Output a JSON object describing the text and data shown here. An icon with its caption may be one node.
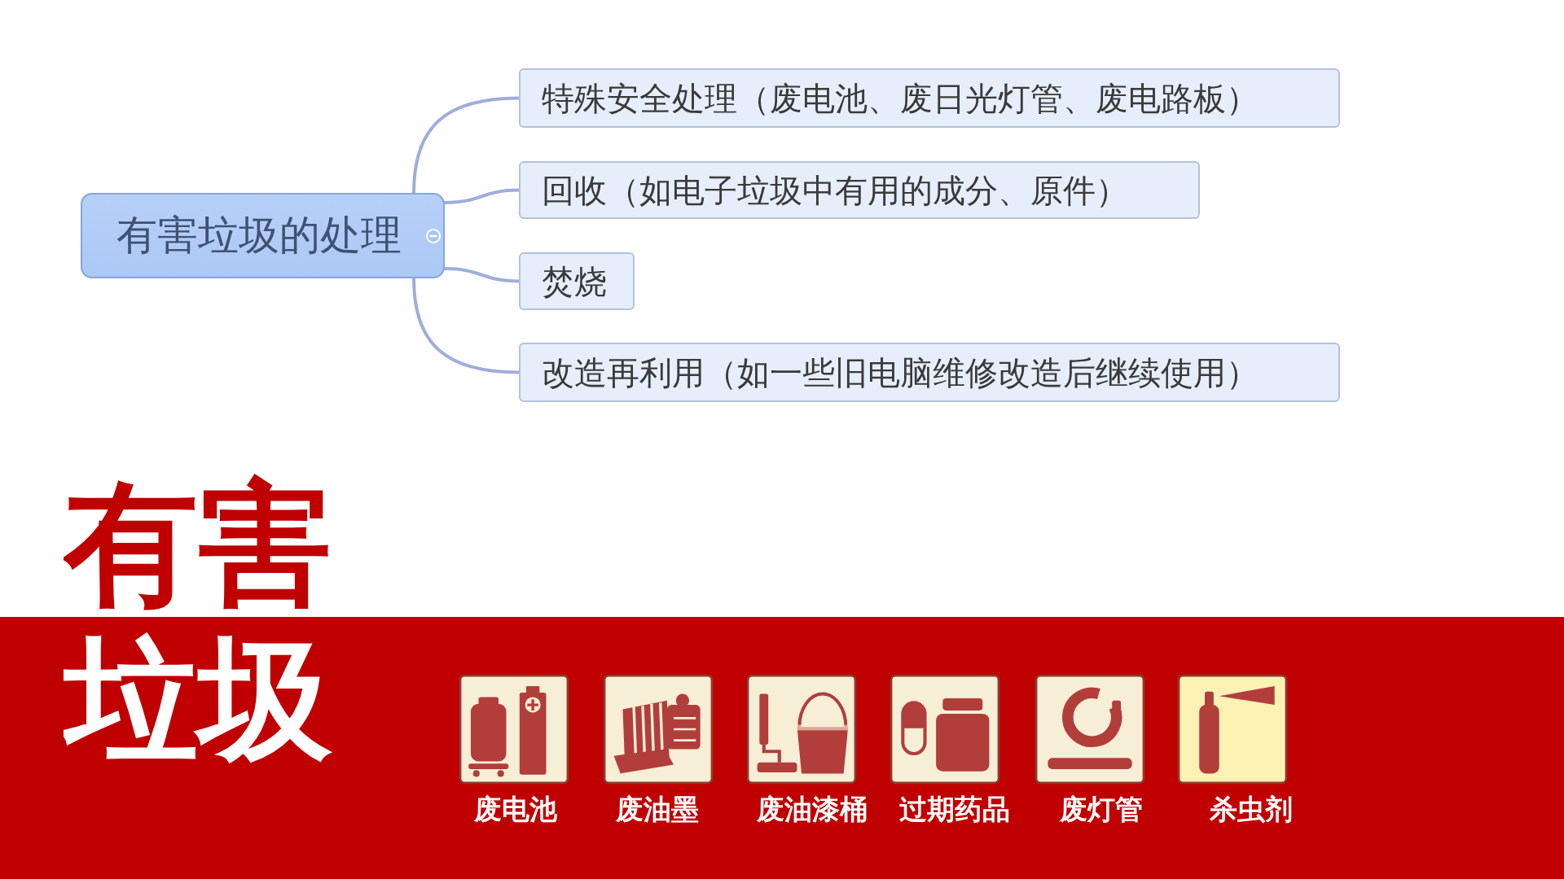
{
  "diagram": {
    "title": "有害垃圾",
    "nodes": [
      {
        "text": [
          "有害垃圾的处理"
        ]
      },
      {
        "text": [
          "特殊安全处理（废电池、废日光灯管、废电路板）"
        ]
      },
      {
        "text": [
          "回收（如电子垃圾中有用的成分、原件）"
        ]
      },
      {
        "text": [
          "焚烧"
        ]
      },
      {
        "text": [
          "改造再利用（如一些旧电脑维修改造后继续使用）"
        ]
      }
    ],
    "edges": [
      {
        "from": 0,
        "to": 1,
        "arrow": "none"
      },
      {
        "from": 0,
        "to": 2,
        "arrow": "none"
      },
      {
        "from": 0,
        "to": 3,
        "arrow": "none"
      },
      {
        "from": 0,
        "to": 4,
        "arrow": "none"
      }
    ],
    "labels": [
      "废电池",
      "废油墨",
      "废油漆桶",
      "过期药品",
      "废灯管",
      "杀虫剂"
    ]
  }
}
